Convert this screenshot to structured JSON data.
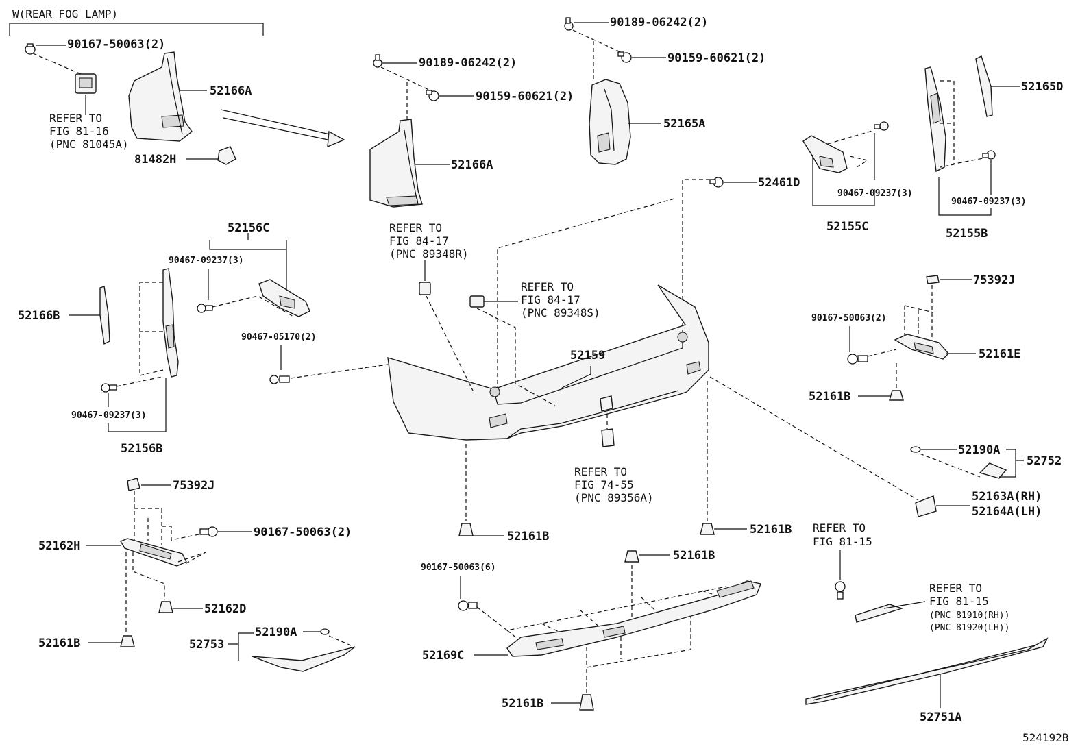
{
  "group_label": "W(REAR FOG LAMP)",
  "diagram_id": "524192B",
  "labels": {
    "l01": "90167-50063(2)",
    "l02": "52166A",
    "l03": "REFER TO",
    "l04": "FIG 81-16",
    "l05": "(PNC 81045A)",
    "l06": "81482H",
    "l07": "90189-06242(2)",
    "l08": "90159-60621(2)",
    "l09": "52166A",
    "l10": "90189-06242(2)",
    "l11": "90159-60621(2)",
    "l12": "52165A",
    "l13": "52165D",
    "l14": "52461D",
    "l15": "90467-09237(3)",
    "l16": "90467-09237(3)",
    "l17": "52155C",
    "l18": "52155B",
    "l19": "52156C",
    "l20": "90467-09237(3)",
    "l21": "52166B",
    "l22": "90467-05170(2)",
    "l23": "90467-09237(3)",
    "l24": "52156B",
    "l25": "REFER TO",
    "l26": "FIG 84-17",
    "l27": "(PNC 89348R)",
    "l28": "REFER TO",
    "l29": "FIG 84-17",
    "l30": "(PNC 89348S)",
    "l31": "52159",
    "l32": "REFER TO",
    "l33": "FIG 74-55",
    "l34": "(PNC 89356A)",
    "l35": "75392J",
    "l36": "90167-50063(2)",
    "l37": "52161E",
    "l38": "52161B",
    "l39": "52190A",
    "l40": "52752",
    "l41": "52163A(RH)",
    "l42": "52164A(LH)",
    "l43": "75392J",
    "l44": "90167-50063(2)",
    "l45": "52162H",
    "l46": "52162D",
    "l47": "52161B",
    "l48": "52753",
    "l49": "52190A",
    "l50": "52161B",
    "l51": "52161B",
    "l52": "52161B",
    "l53": "90167-50063(6)",
    "l54": "52169C",
    "l55": "52161B",
    "l56": "REFER TO",
    "l57": "FIG 81-15",
    "l58": "REFER TO",
    "l59": "FIG 81-15",
    "l60": "(PNC 81910(RH))",
    "l61": "(PNC 81920(LH))",
    "l62": "52751A"
  }
}
